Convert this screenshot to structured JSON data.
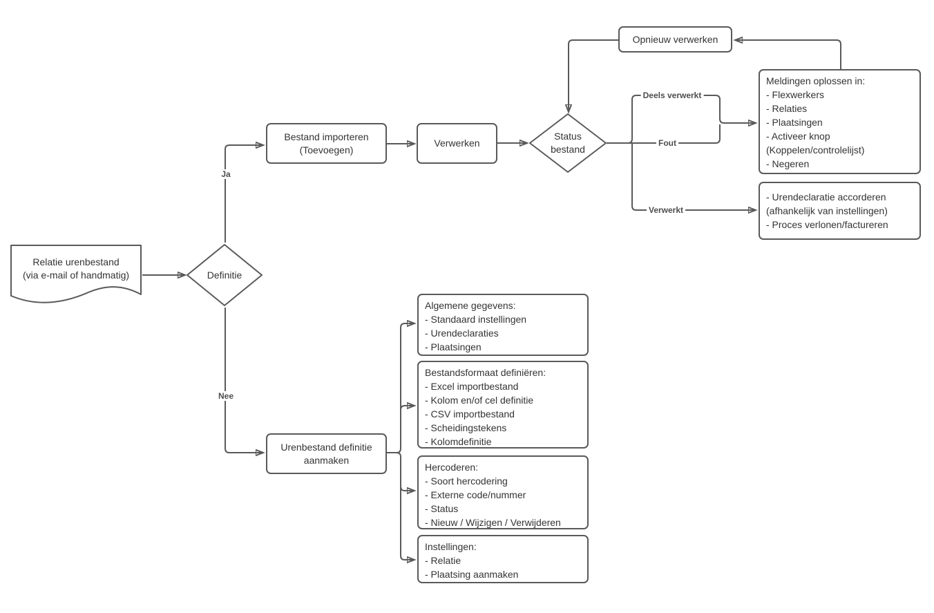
{
  "colors": {
    "stroke": "#595959",
    "text": "#333333",
    "edge_label_text": "#4d4d4d",
    "background": "#ffffff"
  },
  "nodes": {
    "source": {
      "lines": [
        "Relatie urenbestand",
        "(via e-mail of handmatig)"
      ]
    },
    "definitie": {
      "label": "Definitie"
    },
    "bestand_importeren": {
      "lines": [
        "Bestand importeren",
        "(Toevoegen)"
      ]
    },
    "verwerken": {
      "label": "Verwerken"
    },
    "status_bestand": {
      "lines": [
        "Status",
        "bestand"
      ]
    },
    "opnieuw_verwerken": {
      "label": "Opnieuw verwerken"
    },
    "meldingen": {
      "lines": [
        "Meldingen oplossen in:",
        "- Flexwerkers",
        "- Relaties",
        "- Plaatsingen",
        "- Activeer knop",
        "(Koppelen/controlelijst)",
        "- Negeren"
      ]
    },
    "urendeclaratie": {
      "lines": [
        "- Urendeclaratie accorderen",
        "(afhankelijk van instellingen)",
        "- Proces verlonen/factureren"
      ]
    },
    "urenbestand_definitie": {
      "lines": [
        "Urenbestand definitie",
        "aanmaken"
      ]
    },
    "algemene_gegevens": {
      "lines": [
        "Algemene gegevens:",
        "- Standaard instellingen",
        "- Urendeclaraties",
        "- Plaatsingen"
      ]
    },
    "bestandsformaat": {
      "lines": [
        "Bestandsformaat definiëren:",
        "- Excel importbestand",
        "- Kolom en/of cel definitie",
        "- CSV importbestand",
        "- Scheidingstekens",
        "- Kolomdefinitie"
      ]
    },
    "hercoderen": {
      "lines": [
        "Hercoderen:",
        "- Soort hercodering",
        "- Externe code/nummer",
        "- Status",
        "- Nieuw / Wijzigen / Verwijderen"
      ]
    },
    "instellingen": {
      "lines": [
        "Instellingen:",
        "- Relatie",
        "- Plaatsing aanmaken"
      ]
    }
  },
  "edge_labels": {
    "ja": "Ja",
    "nee": "Nee",
    "deels_verwerkt": "Deels verwerkt",
    "fout": "Fout",
    "verwerkt": "Verwerkt"
  }
}
